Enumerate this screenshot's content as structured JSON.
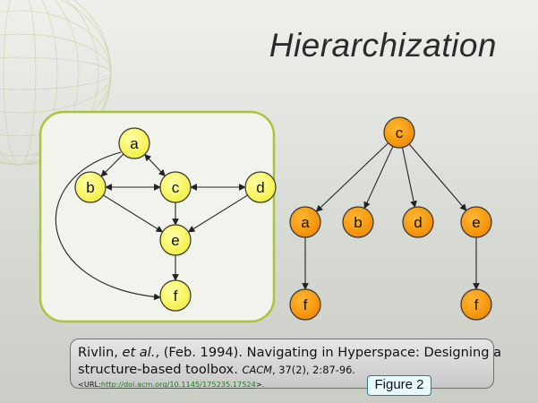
{
  "slide": {
    "title": "Hierarchization",
    "accent_color": "#a8c43a",
    "left_node_color": "#ffff66",
    "right_node_color": "#ff9900"
  },
  "graph_left": {
    "nodes": [
      {
        "id": "a",
        "label": "a"
      },
      {
        "id": "b",
        "label": "b"
      },
      {
        "id": "c",
        "label": "c"
      },
      {
        "id": "d",
        "label": "d"
      },
      {
        "id": "e",
        "label": "e"
      },
      {
        "id": "f",
        "label": "f"
      }
    ],
    "edges": [
      {
        "from": "a",
        "to": "b",
        "direction": "forward"
      },
      {
        "from": "a",
        "to": "c",
        "direction": "both"
      },
      {
        "from": "b",
        "to": "c",
        "direction": "both"
      },
      {
        "from": "c",
        "to": "d",
        "direction": "both"
      },
      {
        "from": "b",
        "to": "e",
        "direction": "forward"
      },
      {
        "from": "c",
        "to": "e",
        "direction": "forward"
      },
      {
        "from": "d",
        "to": "e",
        "direction": "forward"
      },
      {
        "from": "e",
        "to": "f",
        "direction": "forward"
      },
      {
        "from": "a",
        "to": "f",
        "direction": "forward"
      }
    ]
  },
  "graph_right": {
    "nodes": [
      {
        "id": "c",
        "label": "c"
      },
      {
        "id": "a",
        "label": "a"
      },
      {
        "id": "b",
        "label": "b"
      },
      {
        "id": "d",
        "label": "d"
      },
      {
        "id": "e",
        "label": "e"
      },
      {
        "id": "fa",
        "label": "f"
      },
      {
        "id": "fe",
        "label": "f"
      }
    ],
    "edges": [
      {
        "from": "c",
        "to": "a",
        "direction": "forward"
      },
      {
        "from": "c",
        "to": "b",
        "direction": "forward"
      },
      {
        "from": "c",
        "to": "d",
        "direction": "forward"
      },
      {
        "from": "c",
        "to": "e",
        "direction": "forward"
      },
      {
        "from": "a",
        "to": "fa",
        "direction": "forward"
      },
      {
        "from": "e",
        "to": "fe",
        "direction": "forward"
      }
    ]
  },
  "citation": {
    "line1_author": "Rivlin, ",
    "line1_etal": "et al.",
    "line1_rest": ", (Feb. 1994). Navigating in Hyperspace: Designing a",
    "line2_start": "structure-based toolbox. ",
    "line2_journal": "CACM",
    "line2_rest": ", 37(2), 2:87-96.",
    "url_prefix": "<URL:",
    "url": "http://doi.acm.org/10.1145/175235.17524",
    "url_suffix": ">.",
    "figure_label": "Figure 2"
  }
}
